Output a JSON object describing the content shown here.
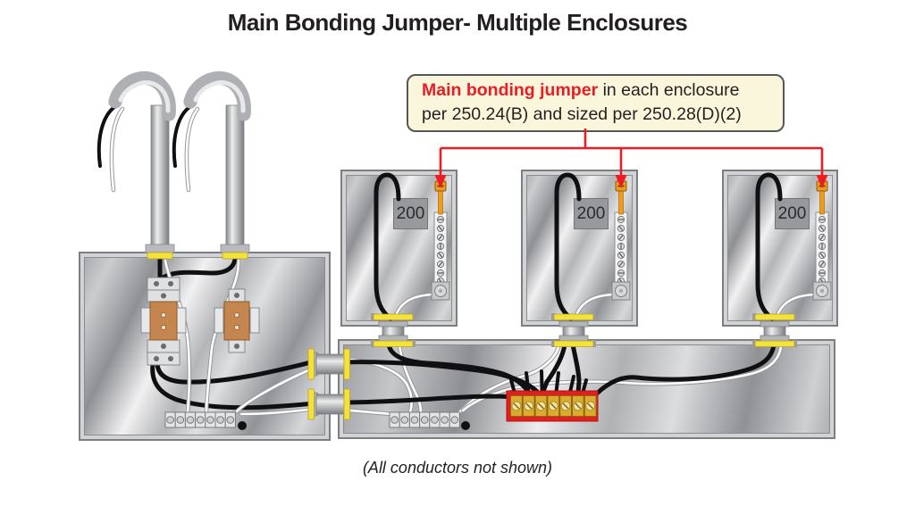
{
  "diagram": {
    "title": "Main Bonding Jumper- Multiple Enclosures",
    "callout": {
      "highlight": "Main bonding jumper",
      "text_after_highlight": " in each enclosure",
      "line2": "per 250.24(B) and sized per 250.28(D)(2)"
    },
    "caption": "(All conductors not shown)",
    "panels": [
      {
        "rating_label": "200"
      },
      {
        "rating_label": "200"
      },
      {
        "rating_label": "200"
      }
    ],
    "colors": {
      "highlight_red": "#ec1c24",
      "callout_bg": "#faf6db",
      "bonding_jumper_orange": "#f09a1e",
      "ct_copper": "#c5854e",
      "bushing_yellow": "#f2e23a",
      "terminal_brass": "#d9ac2e",
      "terminal_block_red": "#e01f1f"
    }
  }
}
